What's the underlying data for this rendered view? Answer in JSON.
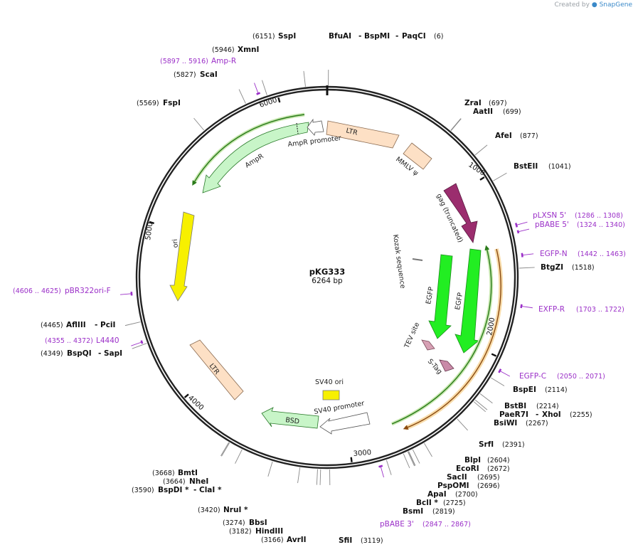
{
  "credit": {
    "prefix": "Created by",
    "brand": "SnapGene"
  },
  "plasmid": {
    "name": "pKG333",
    "length_label": "6264 bp",
    "length": 6264
  },
  "ticks": [
    "1000",
    "2000",
    "3000",
    "4000",
    "5000",
    "6000"
  ],
  "enzymes": [
    {
      "name": "SspI",
      "pos": "(6151)"
    },
    {
      "name": "BfuAI",
      "pos": "(6)"
    },
    {
      "name": "BspMI",
      "pos": ""
    },
    {
      "name": "PaqCI",
      "pos": ""
    },
    {
      "name": "XmnI",
      "pos": "(5946)"
    },
    {
      "name": "ScaI",
      "pos": "(5827)"
    },
    {
      "name": "FspI",
      "pos": "(5569)"
    },
    {
      "name": "ZraI",
      "pos": "(697)"
    },
    {
      "name": "AatII",
      "pos": "(699)"
    },
    {
      "name": "AfeI",
      "pos": "(877)"
    },
    {
      "name": "BstEII",
      "pos": "(1041)"
    },
    {
      "name": "BtgZI",
      "pos": "(1518)"
    },
    {
      "name": "BspEI",
      "pos": "(2114)"
    },
    {
      "name": "BstBI",
      "pos": "(2214)"
    },
    {
      "name": "PaeR7I",
      "pos": ""
    },
    {
      "name": "XhoI",
      "pos": "(2255)"
    },
    {
      "name": "BsiWI",
      "pos": "(2267)"
    },
    {
      "name": "SrfI",
      "pos": "(2391)"
    },
    {
      "name": "BlpI",
      "pos": "(2604)"
    },
    {
      "name": "EcoRI",
      "pos": "(2672)"
    },
    {
      "name": "SacII",
      "pos": "(2695)"
    },
    {
      "name": "PspOMI",
      "pos": "(2696)"
    },
    {
      "name": "ApaI",
      "pos": "(2700)"
    },
    {
      "name": "BclI *",
      "pos": "(2725)"
    },
    {
      "name": "BsmI",
      "pos": "(2819)"
    },
    {
      "name": "SfiI",
      "pos": "(3119)"
    },
    {
      "name": "AvrII",
      "pos": "(3166)"
    },
    {
      "name": "HindIII",
      "pos": "(3182)"
    },
    {
      "name": "BbsI",
      "pos": "(3274)"
    },
    {
      "name": "NruI *",
      "pos": "(3420)"
    },
    {
      "name": "BspDI *",
      "pos": "(3590)"
    },
    {
      "name": "ClaI *",
      "pos": ""
    },
    {
      "name": "NheI",
      "pos": "(3664)"
    },
    {
      "name": "BmtI",
      "pos": "(3668)"
    },
    {
      "name": "BspQI",
      "pos": "(4349)"
    },
    {
      "name": "SapI",
      "pos": ""
    },
    {
      "name": "AflIII",
      "pos": "(4465)"
    },
    {
      "name": "PciI",
      "pos": ""
    }
  ],
  "primers": [
    {
      "name": "Amp-R",
      "pos": "(5897 .. 5916)"
    },
    {
      "name": "pLXSN 5'",
      "pos": "(1286 .. 1308)"
    },
    {
      "name": "pBABE 5'",
      "pos": "(1324 .. 1340)"
    },
    {
      "name": "EGFP-N",
      "pos": "(1442 .. 1463)"
    },
    {
      "name": "EXFP-R",
      "pos": "(1703 .. 1722)"
    },
    {
      "name": "EGFP-C",
      "pos": "(2050 .. 2071)"
    },
    {
      "name": "pBABE 3'",
      "pos": "(2847 .. 2867)"
    },
    {
      "name": "pBR322ori-F",
      "pos": "(4606 .. 4625)"
    },
    {
      "name": "L4440",
      "pos": "(4355 .. 4372)"
    }
  ],
  "features": [
    {
      "label": "LTR",
      "color": "#fde0c5"
    },
    {
      "label": "MMLV ψ",
      "color": "#fde0c5"
    },
    {
      "label": "gag (truncated)",
      "color": "#9b2d6e"
    },
    {
      "label": "Kozak sequence",
      "color": "#777777"
    },
    {
      "label": "EGFP",
      "color": "#22ee22"
    },
    {
      "label": "EGFP",
      "color": "#22ee22"
    },
    {
      "label": "TEV site",
      "color": "#d7a0b4"
    },
    {
      "label": "S-Tag",
      "color": "#c98aa8"
    },
    {
      "label": "SV40 ori",
      "color": "#f7f000"
    },
    {
      "label": "SV40 promoter",
      "color": "#ffffff"
    },
    {
      "label": "BSD",
      "color": "#c8f5c8"
    },
    {
      "label": "LTR",
      "color": "#fde0c5"
    },
    {
      "label": "ori",
      "color": "#f7f000"
    },
    {
      "label": "AmpR",
      "color": "#c8f5c8"
    },
    {
      "label": "AmpR promoter",
      "color": "#ffffff"
    }
  ]
}
